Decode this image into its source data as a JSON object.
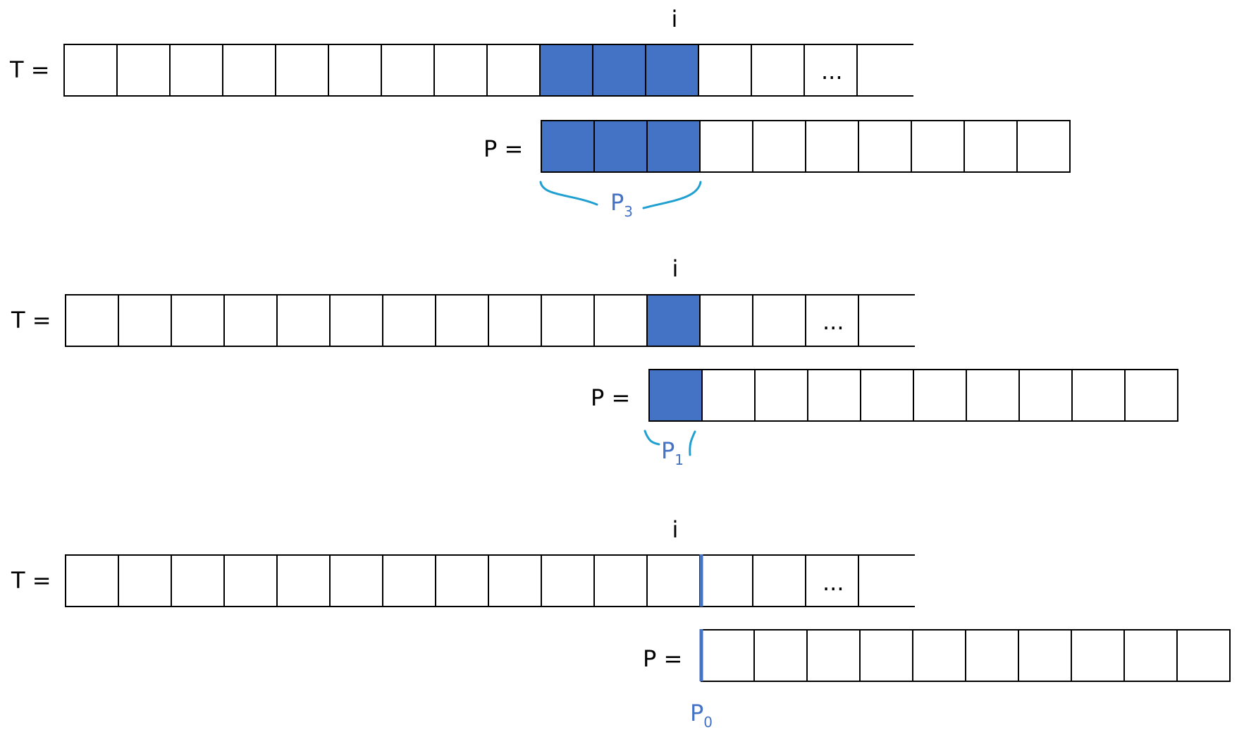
{
  "colors": {
    "cell_fill": "#ffffff",
    "highlight_fill": "#4472c4",
    "stroke": "#000000",
    "brace": "#1fa0d0",
    "prefix_label": "#4472c4"
  },
  "labels": {
    "index": "i",
    "text": "T  =",
    "pattern": "P  =",
    "ellipsis": "...",
    "prefix_letter": "P"
  },
  "rows": [
    {
      "prefix_subscript": "3",
      "highlighted_cells": 3,
      "text_cells": 15,
      "pattern_cells": 10
    },
    {
      "prefix_subscript": "1",
      "highlighted_cells": 1,
      "text_cells": 15,
      "pattern_cells": 10
    },
    {
      "prefix_subscript": "0",
      "highlighted_cells": 0,
      "text_cells": 15,
      "pattern_cells": 10
    }
  ]
}
